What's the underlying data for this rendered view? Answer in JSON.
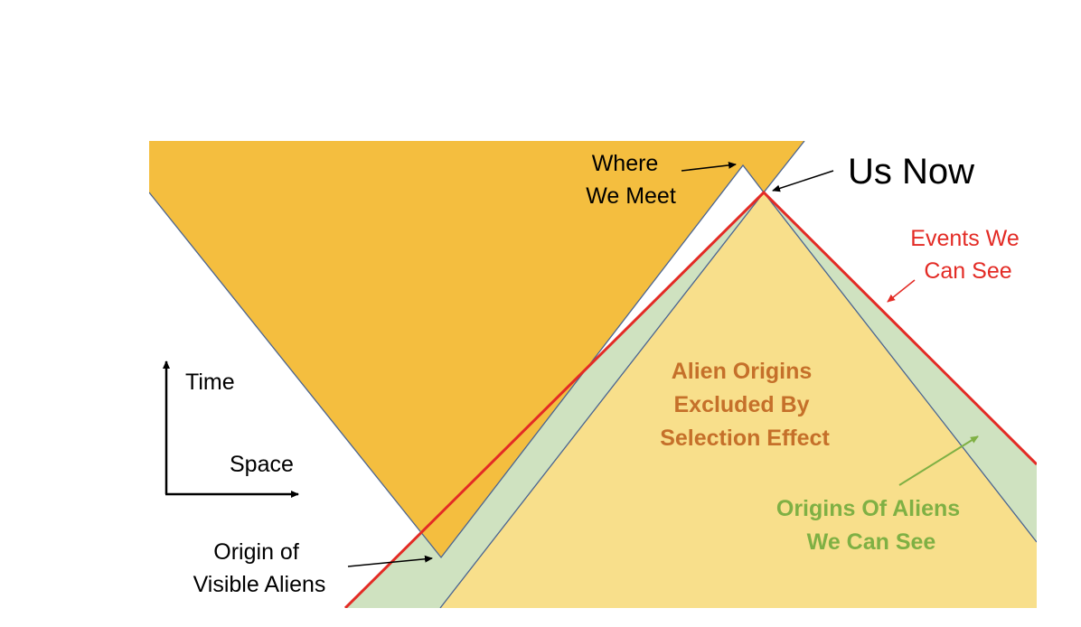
{
  "labels": {
    "where_we_meet": [
      "Where",
      "We Meet"
    ],
    "us_now": "Us Now",
    "events_we_can_see": [
      "Events We",
      "Can See"
    ],
    "alien_origins_excluded": [
      "Alien Origins",
      "Excluded By",
      "Selection Effect"
    ],
    "origins_of_aliens_we_can_see": [
      "Origins Of Aliens",
      "We Can See"
    ],
    "origin_of_visible_aliens": [
      "Origin of",
      "Visible Aliens"
    ],
    "axis_time": "Time",
    "axis_space": "Space"
  },
  "colors": {
    "future_cone": "#f4be3f",
    "past_cone": "#f8df8b",
    "visible_origins_band": "#cfe2c0",
    "cone_edge": "#4a6491",
    "past_light_cone_line": "#e32b25",
    "excluded_text": "#c5702a",
    "visible_text": "#7fb044",
    "events_text": "#e32b25",
    "default_text": "#000000"
  }
}
